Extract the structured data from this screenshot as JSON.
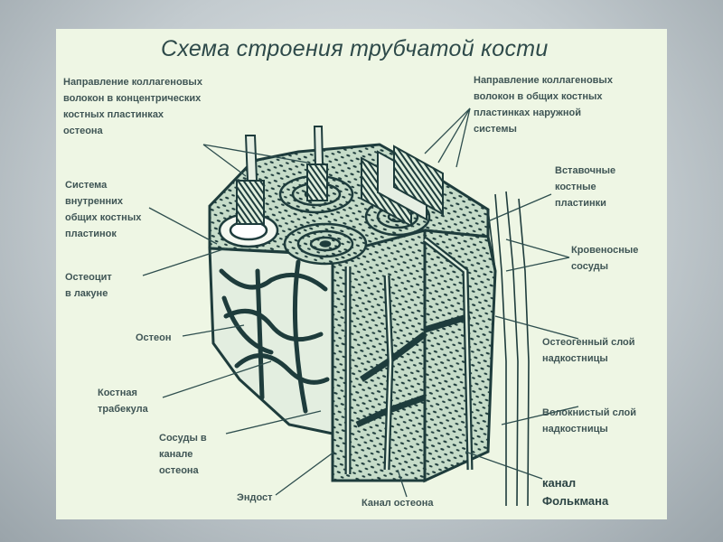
{
  "title": "Схема строения трубчатой кости",
  "labels": {
    "collagen_osteon": [
      "Направление коллагеновых",
      "волокон в концентрических",
      "костных пластинках",
      "остеона"
    ],
    "collagen_outer": [
      "Направление коллагеновых",
      "волокон в общих костных",
      "пластинках наружной",
      "системы"
    ],
    "inner_system": [
      "Система",
      "внутренних",
      "общих костных",
      "пластинок"
    ],
    "interstitial": [
      "Вставочные",
      "костные",
      "пластинки"
    ],
    "osteocyte": [
      "Остеоцит",
      "в лакуне"
    ],
    "vessels": [
      "Кровеносные",
      "сосуды"
    ],
    "osteon": [
      "Остеон"
    ],
    "osteogenic": [
      "Остеогенный слой",
      "надкостницы"
    ],
    "trabecula": [
      "Костная",
      "трабекула"
    ],
    "fibrous": [
      "Волокнистый слой",
      "надкостницы"
    ],
    "vessels_canal": [
      "Сосуды в",
      "канале",
      "остеона"
    ],
    "volkmann": [
      "канал",
      "Фолькмана"
    ],
    "endost": [
      "Эндост"
    ],
    "osteon_canal": [
      "Канал остеона"
    ]
  },
  "colors": {
    "ink": "#1e3c3c",
    "bone_fill": "#c6dcc9",
    "panel": "#eef6e4",
    "label": "#3f5555"
  }
}
